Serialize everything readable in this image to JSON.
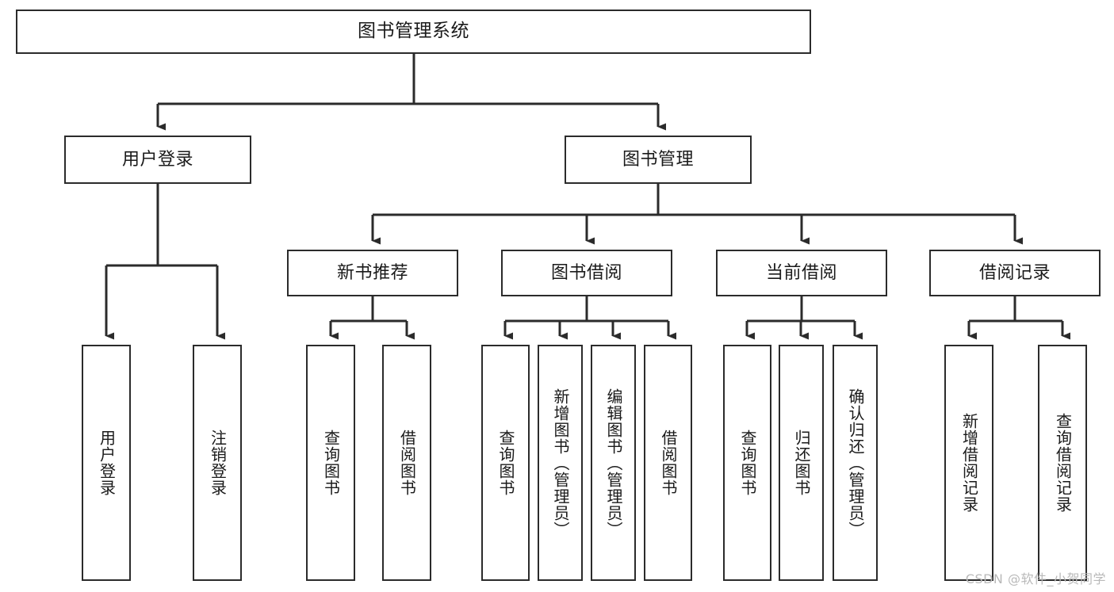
{
  "diagram": {
    "type": "tree-hierarchy-chart",
    "title": "图书管理系统",
    "stroke_color": "#2b2b2b",
    "background_color": "#ffffff",
    "text_color": "#1a1a1a",
    "nodes": {
      "root": {
        "label": "图书管理系统",
        "level": 1
      },
      "l2": [
        {
          "id": "user-login",
          "label": "用户登录",
          "level": 2
        },
        {
          "id": "book-manage",
          "label": "图书管理",
          "level": 2
        }
      ],
      "l3": [
        {
          "id": "new-book-recommend",
          "label": "新书推荐",
          "level": 3,
          "parent": "book-manage"
        },
        {
          "id": "book-borrow",
          "label": "图书借阅",
          "level": 3,
          "parent": "book-manage"
        },
        {
          "id": "current-borrow",
          "label": "当前借阅",
          "level": 3,
          "parent": "book-manage"
        },
        {
          "id": "borrow-record",
          "label": "借阅记录",
          "level": 3,
          "parent": "book-manage"
        }
      ],
      "leaves": [
        {
          "id": "leaf-user-login",
          "label": "用户登录",
          "parent": "user-login"
        },
        {
          "id": "leaf-logout-login",
          "label": "注销登录",
          "parent": "user-login"
        },
        {
          "id": "leaf-query-book-1",
          "label": "查询图书",
          "parent": "new-book-recommend"
        },
        {
          "id": "leaf-borrow-book-1",
          "label": "借阅图书",
          "parent": "new-book-recommend"
        },
        {
          "id": "leaf-query-book-2",
          "label": "查询图书",
          "parent": "book-borrow"
        },
        {
          "id": "leaf-add-book-admin",
          "label": "新增图书（管理员）",
          "parent": "book-borrow"
        },
        {
          "id": "leaf-edit-book-admin",
          "label": "编辑图书（管理员）",
          "parent": "book-borrow"
        },
        {
          "id": "leaf-borrow-book-2",
          "label": "借阅图书",
          "parent": "book-borrow"
        },
        {
          "id": "leaf-query-book-3",
          "label": "查询图书",
          "parent": "current-borrow"
        },
        {
          "id": "leaf-return-book",
          "label": "归还图书",
          "parent": "current-borrow"
        },
        {
          "id": "leaf-confirm-return-admin",
          "label": "确认归还（管理员）",
          "parent": "current-borrow"
        },
        {
          "id": "leaf-add-borrow-record",
          "label": "新增借阅记录",
          "parent": "borrow-record"
        },
        {
          "id": "leaf-query-borrow-record",
          "label": "查询借阅记录",
          "parent": "borrow-record"
        }
      ]
    }
  },
  "watermark": {
    "text": "CSDN @软件_小贺同学"
  }
}
